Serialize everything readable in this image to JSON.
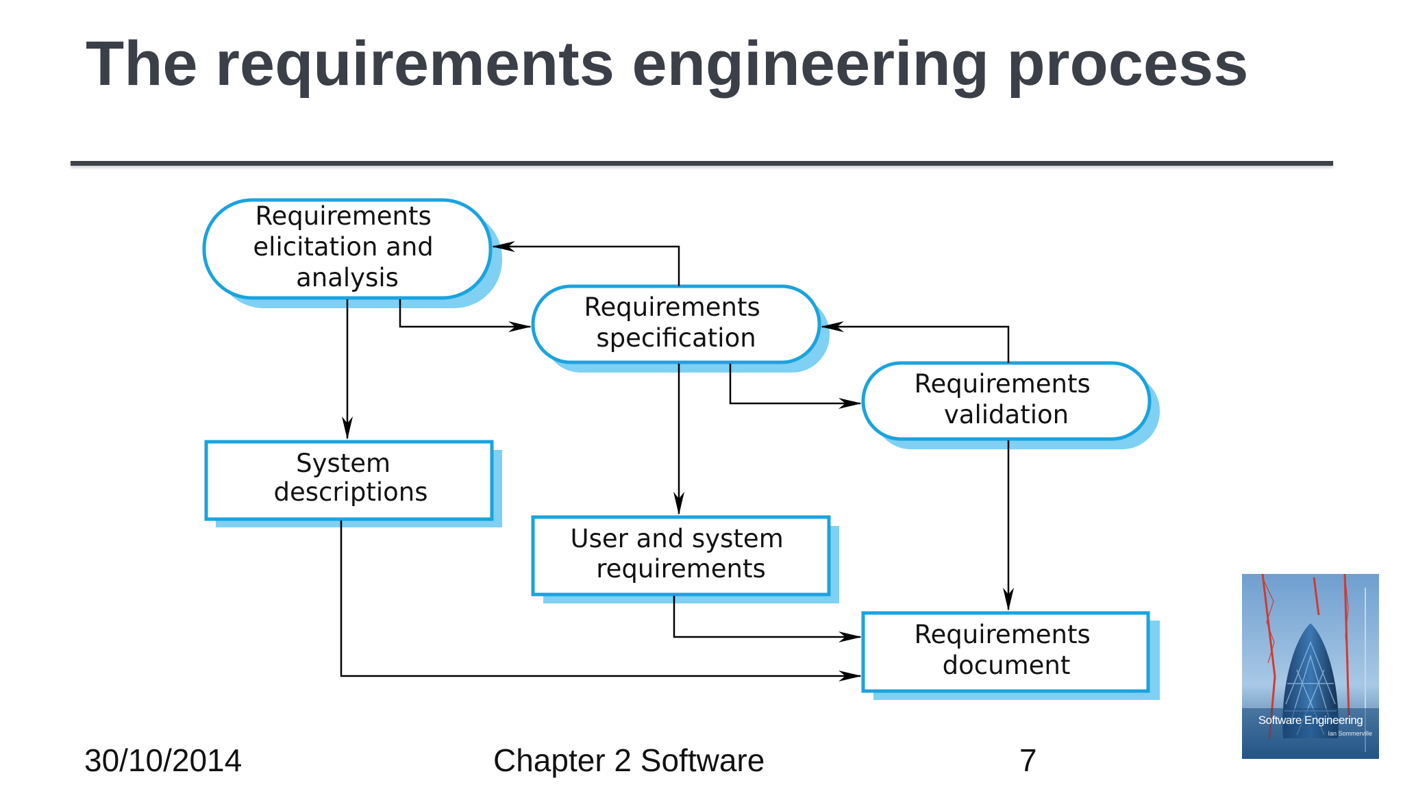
{
  "slide": {
    "title": "The requirements engineering process"
  },
  "diagram": {
    "nodes": {
      "elicitation": [
        "Requirements",
        "elicitation and",
        "analysis"
      ],
      "specification": [
        "Requirements",
        "specification"
      ],
      "validation": [
        "Requirements",
        "validation"
      ],
      "system_descriptions": [
        "System",
        "descriptions"
      ],
      "user_system_requirements": [
        "User and system",
        "requirements"
      ],
      "requirements_document": [
        "Requirements",
        "document"
      ]
    },
    "colors": {
      "outline": "#1aa3de",
      "shadow": "#7fd0f2",
      "arrow": "#000000"
    }
  },
  "footer": {
    "date": "30/10/2014",
    "chapter": "Chapter 2 Software",
    "page": "7"
  },
  "book_cover": {
    "title": "Software Engineering",
    "author": "Ian Sommerville"
  }
}
